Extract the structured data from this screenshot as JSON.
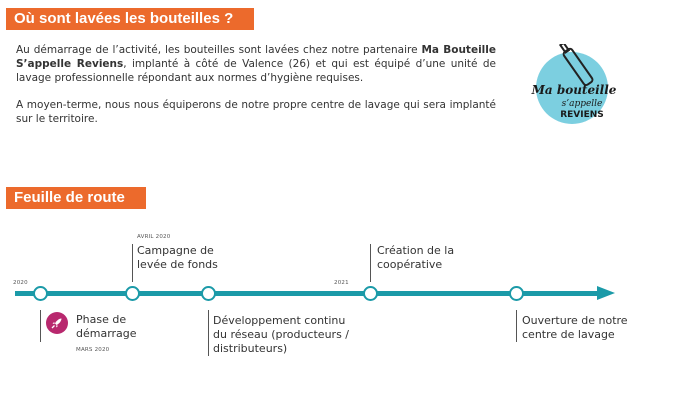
{
  "section_washing": {
    "title": "Où sont lavées les bouteilles ?",
    "paragraph1_before": "Au démarrage de l’activité, les bouteilles sont lavées chez notre partenaire ",
    "paragraph1_bold": "Ma Bouteille S’appelle Reviens",
    "paragraph1_after": ", implanté à côté de Valence (26) et qui est équipé d’une unité de lavage professionnelle répondant aux normes d’hygiène requises.",
    "paragraph2": "A moyen-terme, nous nous équiperons de notre propre centre de lavage qui sera implanté sur le territoire.",
    "logo": {
      "line1": "Ma bouteille",
      "line2": "s’appelle",
      "line3": "REVIENS",
      "color": "#7ccfe0"
    }
  },
  "section_roadmap": {
    "title": "Feuille de route",
    "year_2020": "2020",
    "year_2021": "2021",
    "milestones": [
      {
        "label_line1": "Phase de",
        "label_line2": "démarrage",
        "date": "MARS 2020",
        "icon": "rocket-icon"
      },
      {
        "label_line1": "Campagne de",
        "label_line2": "levée de fonds",
        "date": "AVRIL 2020"
      },
      {
        "label_line1": "Développement continu",
        "label_line2": "du réseau (producteurs /",
        "label_line3": "distributeurs)"
      },
      {
        "label_line1": "Création de la",
        "label_line2": "coopérative"
      },
      {
        "label_line1": "Ouverture de notre",
        "label_line2": "centre de lavage"
      }
    ]
  },
  "colors": {
    "accent": "#ec6a2c",
    "timeline": "#1b9aa8",
    "rocket": "#b8286e"
  }
}
